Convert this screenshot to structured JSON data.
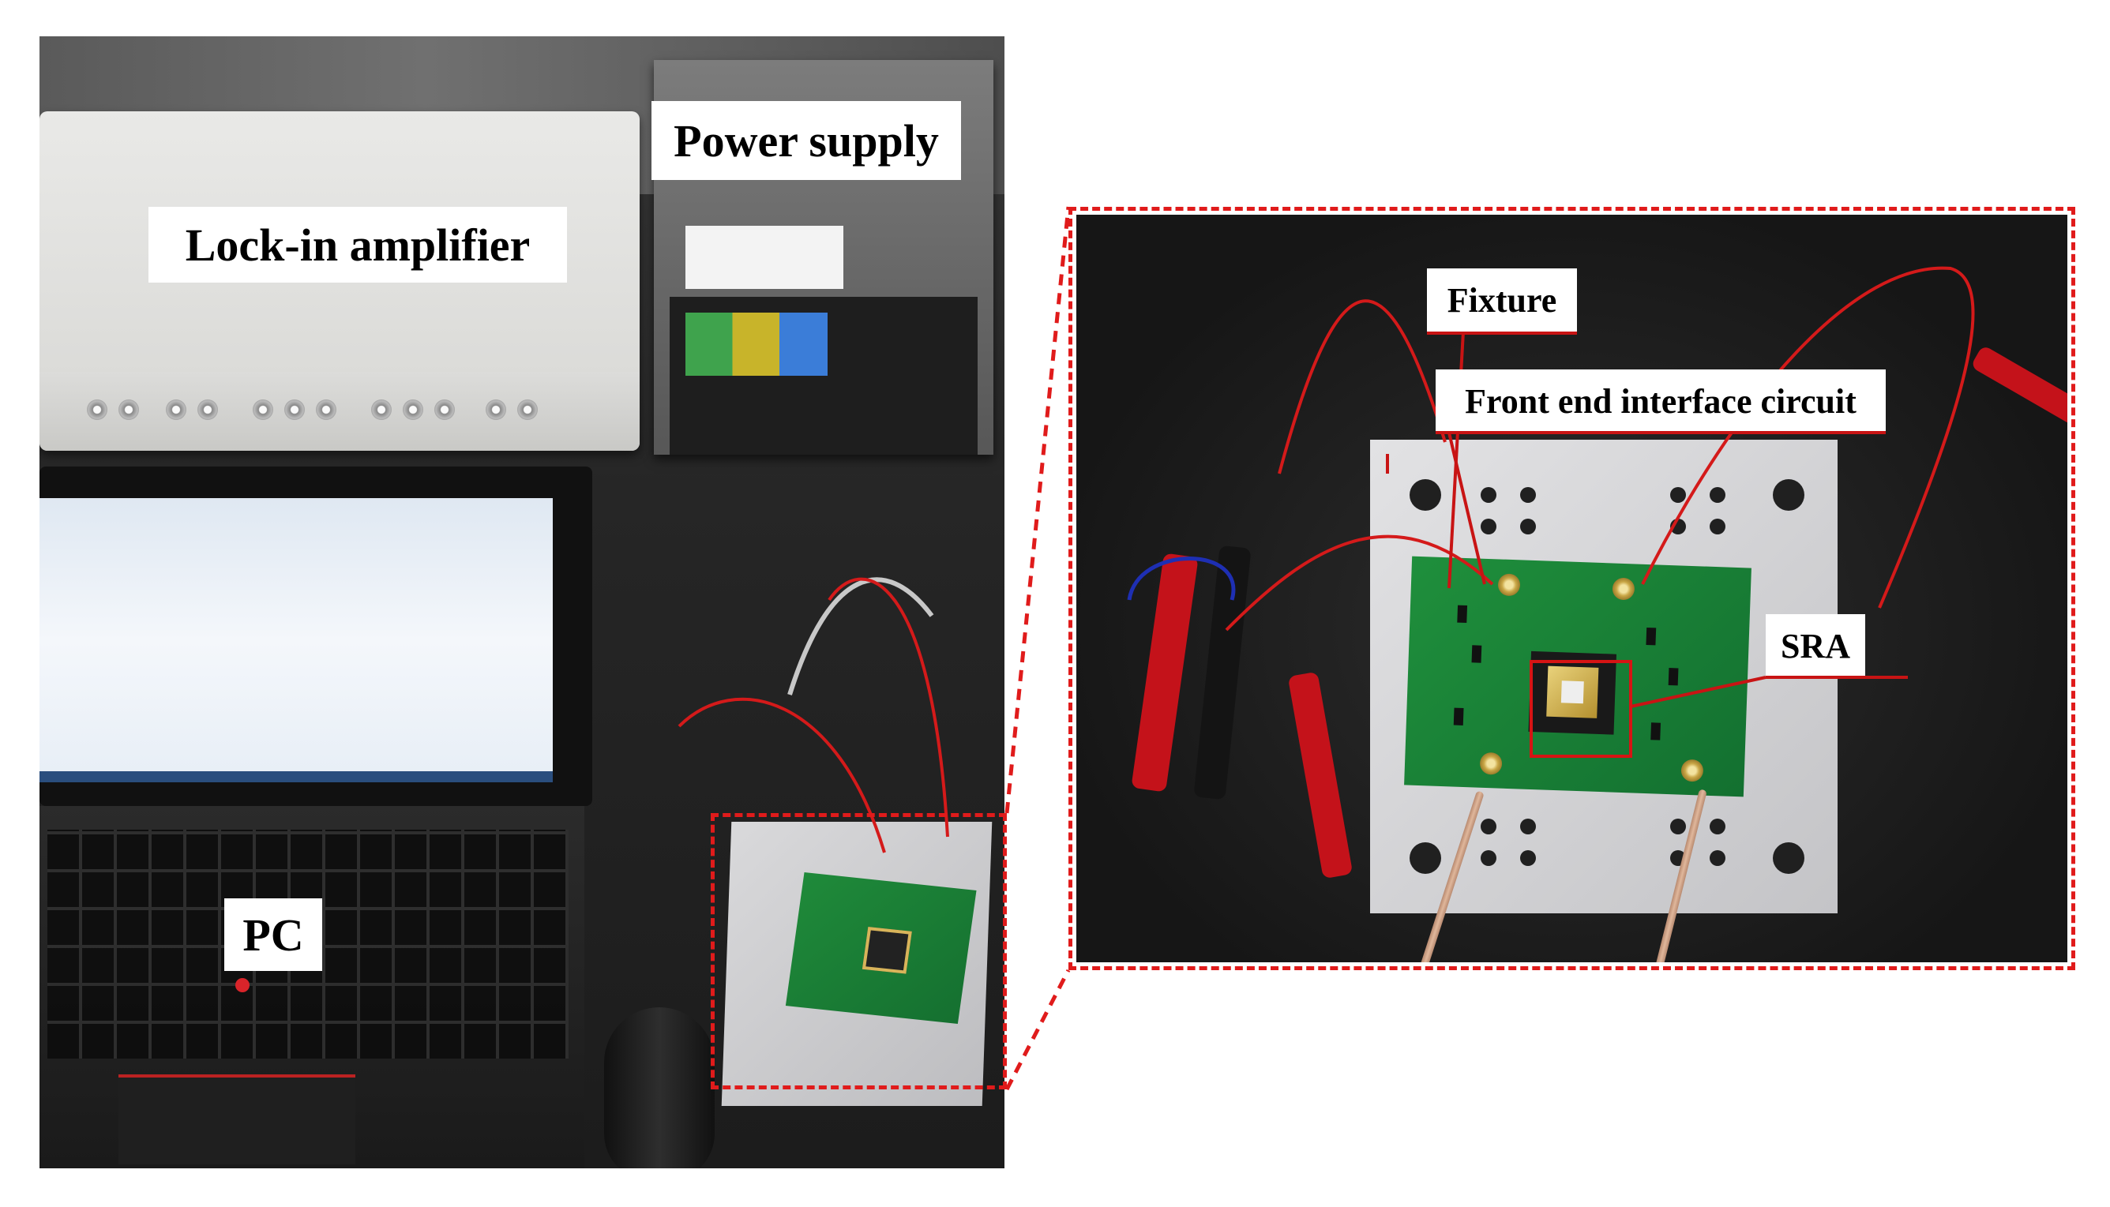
{
  "labels": {
    "lock_in": "Lock-in amplifier",
    "power_supply": "Power supply",
    "pc": "PC",
    "fixture": "Fixture",
    "front_end": "Front end interface circuit",
    "sra": "SRA"
  },
  "colors": {
    "callout_red": "#e01b1b",
    "pcb_green": "#1f8a3a",
    "background": "#ffffff"
  }
}
